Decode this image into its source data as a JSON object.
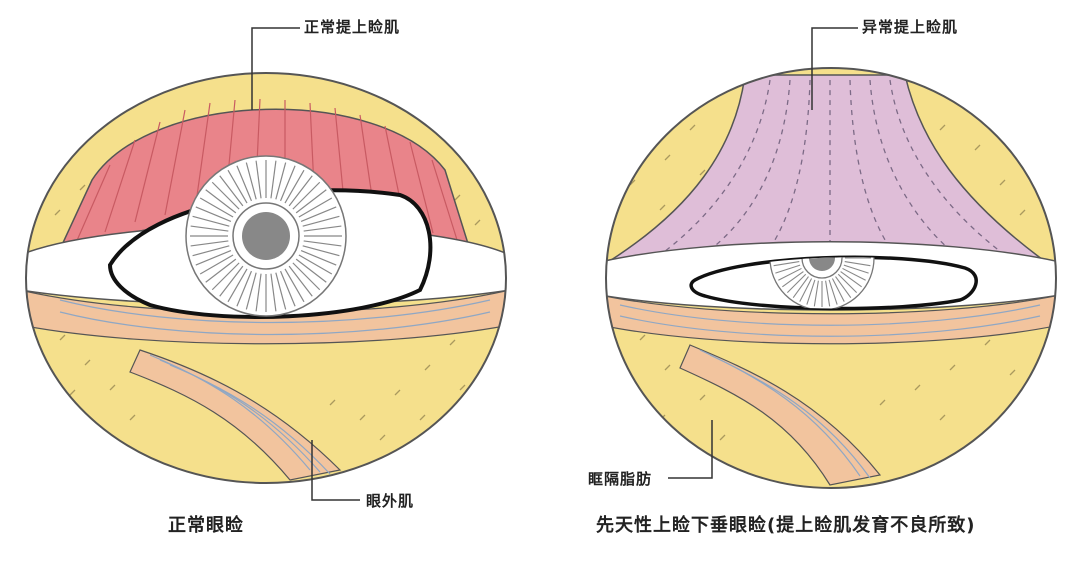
{
  "labels": {
    "normal_levator": "正常提上睑肌",
    "abnormal_levator": "异常提上睑肌",
    "orbicularis": "眼外肌",
    "orbital_fat": "眶隔脂肪",
    "caption_normal": "正常眼睑",
    "caption_ptosis": "先天性上睑下垂眼睑(提上睑肌发育不良所致)"
  },
  "colors": {
    "fat_yellow": "#f5e08c",
    "normal_muscle": "#e9848a",
    "abnormal_muscle": "#dfbed8",
    "lower_muscle": "#f2c49e",
    "outline": "#555555",
    "eye_outline": "#111111"
  }
}
